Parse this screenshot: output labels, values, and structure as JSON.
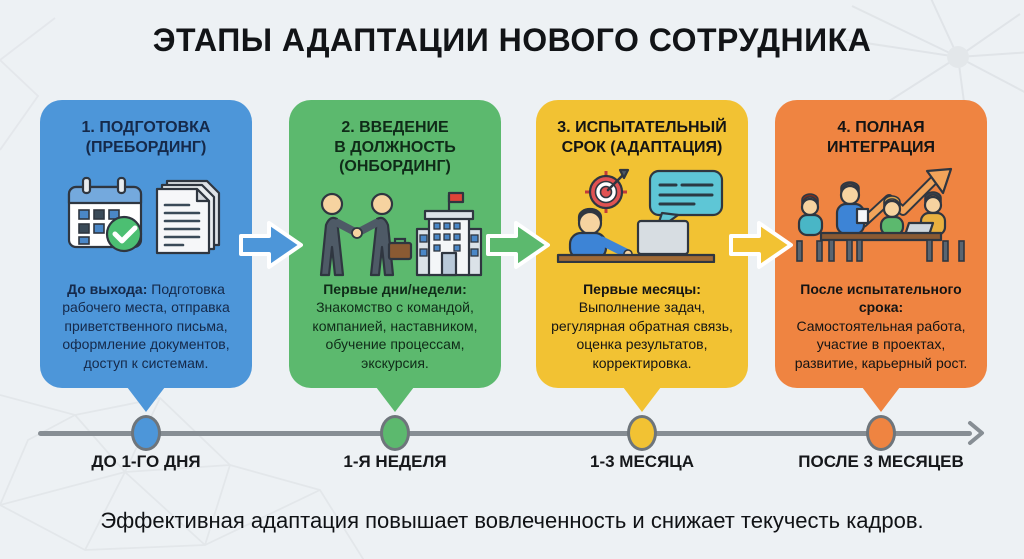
{
  "title": "ЭТАПЫ АДАПТАЦИИ НОВОГО СОТРУДНИКА",
  "cards": [
    {
      "title": "1. ПОДГОТОВКА\n(ПРЕБОРДИНГ)",
      "lead": "До выхода:",
      "body": "Подготовка рабочего места, отправка приветственного письма, оформление документов, доступ к системам.",
      "color": "#4d96d9",
      "text_color": "#15294a",
      "icons": [
        "calendar-check",
        "documents"
      ],
      "timeline_label": "ДО 1-ГО ДНЯ"
    },
    {
      "title": "2. ВВЕДЕНИЕ\nВ ДОЛЖНОСТЬ\n(ОНБОРДИНГ)",
      "lead": "Первые дни/недели:",
      "body": "Знакомство с командой, компанией, наставником, обучение процессам, экскурсия.",
      "color": "#5cb96e",
      "text_color": "#0f2b18",
      "icons": [
        "handshake",
        "office-building"
      ],
      "timeline_label": "1-Я НЕДЕЛЯ"
    },
    {
      "title": "3. ИСПЫТАТЕЛЬНЫЙ\nСРОК (АДАПТАЦИЯ)",
      "lead": "Первые месяцы:",
      "body": "Выполнение задач, регулярная обратная связь, оценка результатов, корректировка.",
      "color": "#f2c233",
      "text_color": "#141414",
      "icons": [
        "target",
        "chat-bubble",
        "employee-at-desk"
      ],
      "timeline_label": "1-3 МЕСЯЦА"
    },
    {
      "title": "4. ПОЛНАЯ\nИНТЕГРАЦИЯ",
      "lead": "После испытательного срока:",
      "body": "Самостоятельная работа, участие в проектах, развитие, карьерный рост.",
      "color": "#ef8441",
      "text_color": "#141414",
      "icons": [
        "team-meeting",
        "growth-arrow"
      ],
      "timeline_label": "ПОСЛЕ 3 МЕСЯЦЕВ"
    }
  ],
  "timeline": {
    "line_color": "#878e94",
    "dot_border_color": "#6e757b"
  },
  "caption": "Эффективная адаптация повышает вовлеченность и снижает текучесть кадров."
}
